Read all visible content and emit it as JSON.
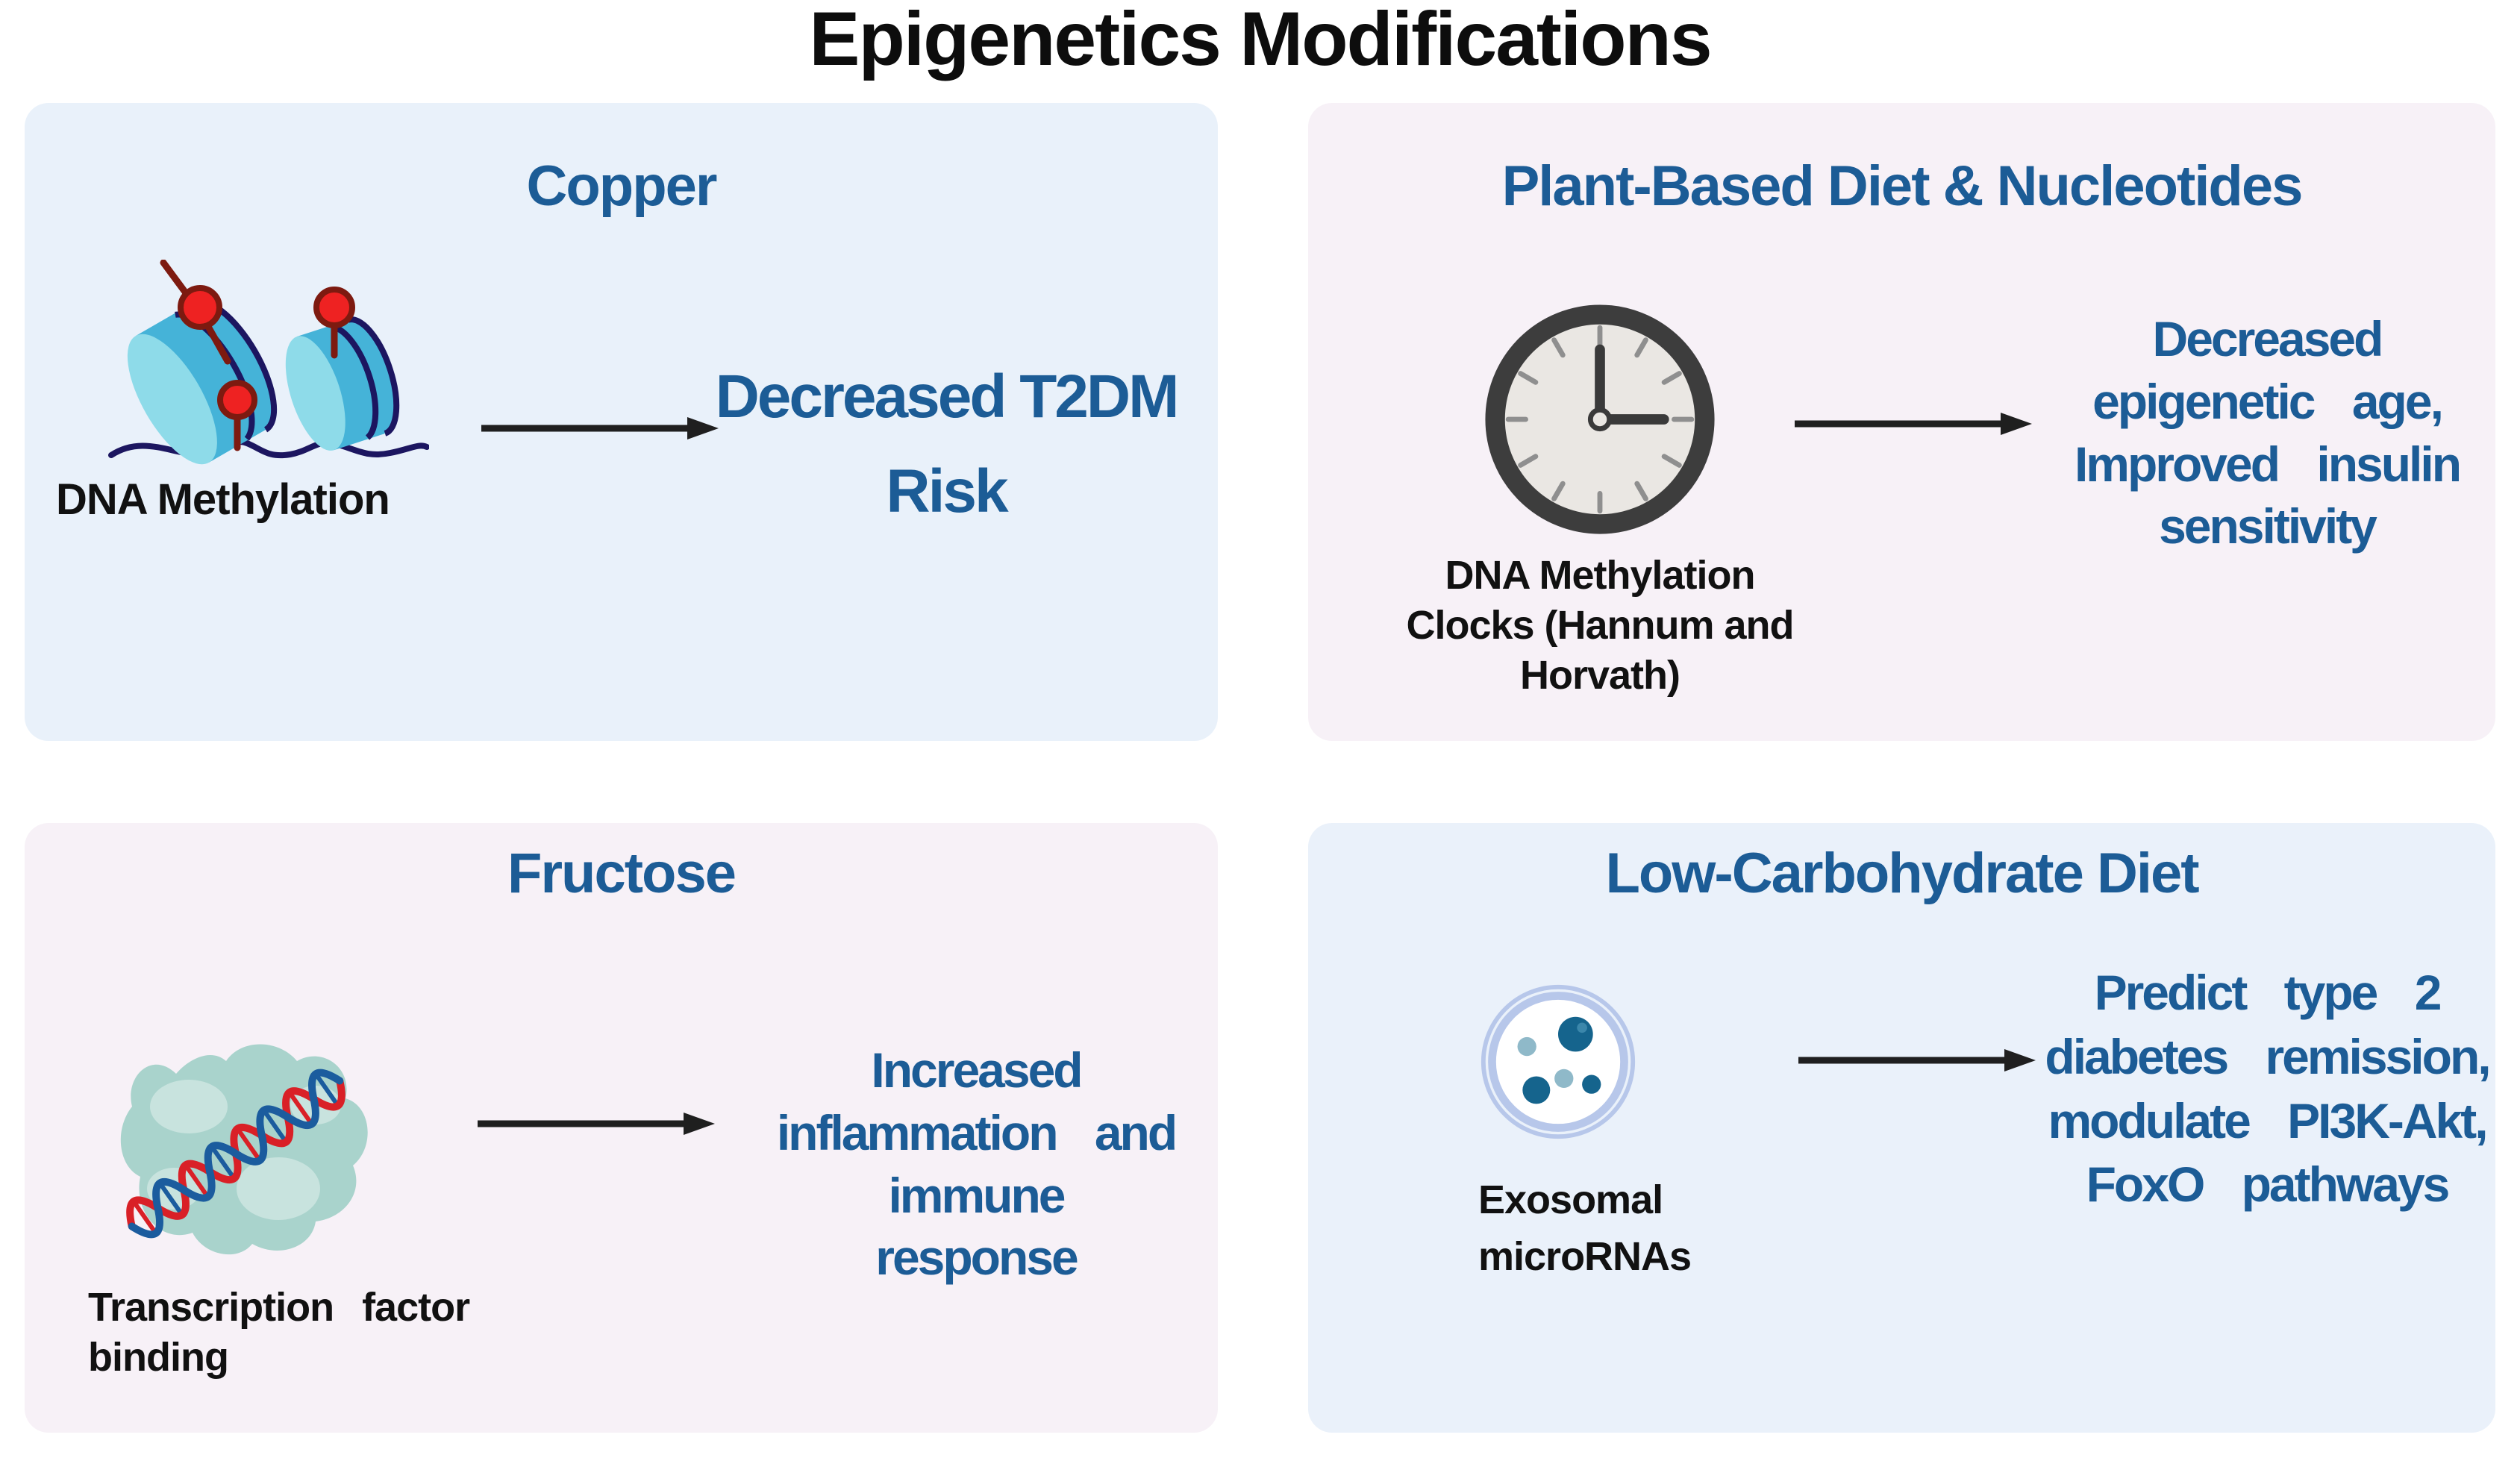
{
  "title": "Epigenetics Modifications",
  "colors": {
    "heading_text": "#0d0d0d",
    "accent_blue": "#1c5c96",
    "label_text": "#111111",
    "arrow_black": "#1f1f1f",
    "panel_copper_bg": "#e9f1fa",
    "panel_plant_bg": "#f7f1f7",
    "panel_fructose_bg": "#f7f1f7",
    "panel_lowcarb_bg": "#eaf1fa",
    "nucleosome_body": "#45b3d8",
    "nucleosome_face": "#8edbe9",
    "dna_strand_navy": "#1c1660",
    "methyl_red": "#ee2222",
    "methyl_dark_red": "#7d1a10",
    "clock_ring": "#3d3d3d",
    "clock_face": "#eae7e3",
    "protein_blob": "#a9d3cc",
    "helix_red": "#d92027",
    "helix_blue": "#1b5c9e",
    "exosome_membrane": "#b7c7ea",
    "mirna_dark_teal": "#15648d",
    "mirna_light_blue": "#8fb9c9"
  },
  "panels": [
    {
      "id": "copper",
      "title": "Copper",
      "icon": "dna-methylation",
      "label": "DNA Methylation",
      "outcome": "Decreased T2DM Risk"
    },
    {
      "id": "plant-based-diet",
      "title": "Plant-Based Diet & Nucleotides",
      "icon": "dna-methylation-clock",
      "label": "DNA Methylation Clocks (Hannum and Horvath)",
      "outcome": "Decreased epigenetic age, Improved insulin sensitivity"
    },
    {
      "id": "fructose",
      "title": "Fructose",
      "icon": "transcription-factor",
      "label": "Transcription factor binding",
      "outcome": "Increased inflammation and immune response"
    },
    {
      "id": "low-carbohydrate-diet",
      "title": "Low-Carbohydrate Diet",
      "icon": "exosome",
      "label": "Exosomal microRNAs",
      "outcome": "Predict type 2 diabetes remission, modulate PI3K-Akt, FoxO pathways"
    }
  ]
}
